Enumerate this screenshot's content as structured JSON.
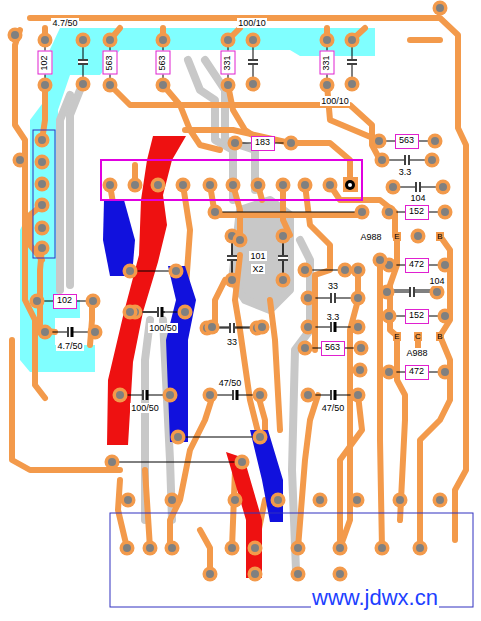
{
  "diagram": {
    "nodes": [
      {
        "text": [
          "102"
        ]
      },
      {
        "text": [
          "563"
        ]
      },
      {
        "text": [
          "563"
        ]
      },
      {
        "text": [
          "331"
        ]
      },
      {
        "text": [
          "331"
        ]
      },
      {
        "text": [
          "183"
        ]
      },
      {
        "text": [
          "563"
        ]
      },
      {
        "text": [
          "152"
        ]
      },
      {
        "text": [
          "472"
        ]
      },
      {
        "text": [
          "102"
        ]
      },
      {
        "text": [
          "152"
        ]
      },
      {
        "text": [
          "563"
        ]
      },
      {
        "text": [
          "472"
        ]
      }
    ],
    "labels": [
      "4.7/50",
      "100/10",
      "100/10",
      "3.3",
      "104",
      "A988",
      "E",
      "B",
      "104",
      "101",
      "X2",
      "33",
      "3.3",
      "33",
      "4.7/50",
      "100/50",
      "E",
      "C",
      "B",
      "A988",
      "100/50",
      "47/50",
      "47/50",
      "www.jdwx.cn"
    ]
  }
}
